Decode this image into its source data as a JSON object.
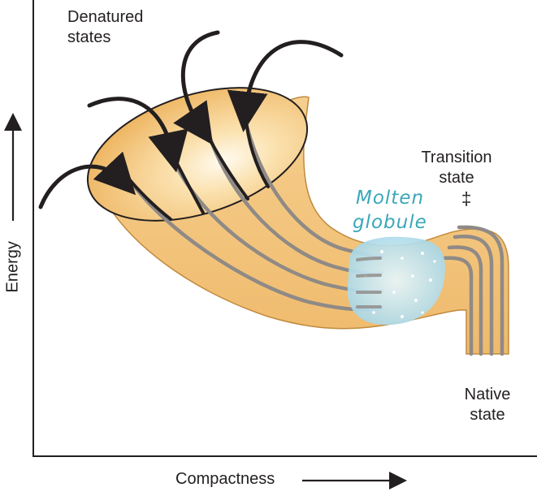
{
  "labels": {
    "denatured": "Denatured\nstates",
    "transition": "Transition\nstate",
    "transition_symbol": "‡",
    "native": "Native\nstate",
    "molten_line1": "Molten",
    "molten_line2": "globule",
    "x_axis": "Compactness",
    "y_axis": "Energy"
  },
  "colors": {
    "funnel_fill": "#f1c37c",
    "funnel_edge": "#c08a3e",
    "inner_light": "#fff6e6",
    "tracks": "#8f8a86",
    "arrows": "#231f20",
    "globule": "#bfe3ef",
    "globule_text": "#3aa7ba"
  }
}
